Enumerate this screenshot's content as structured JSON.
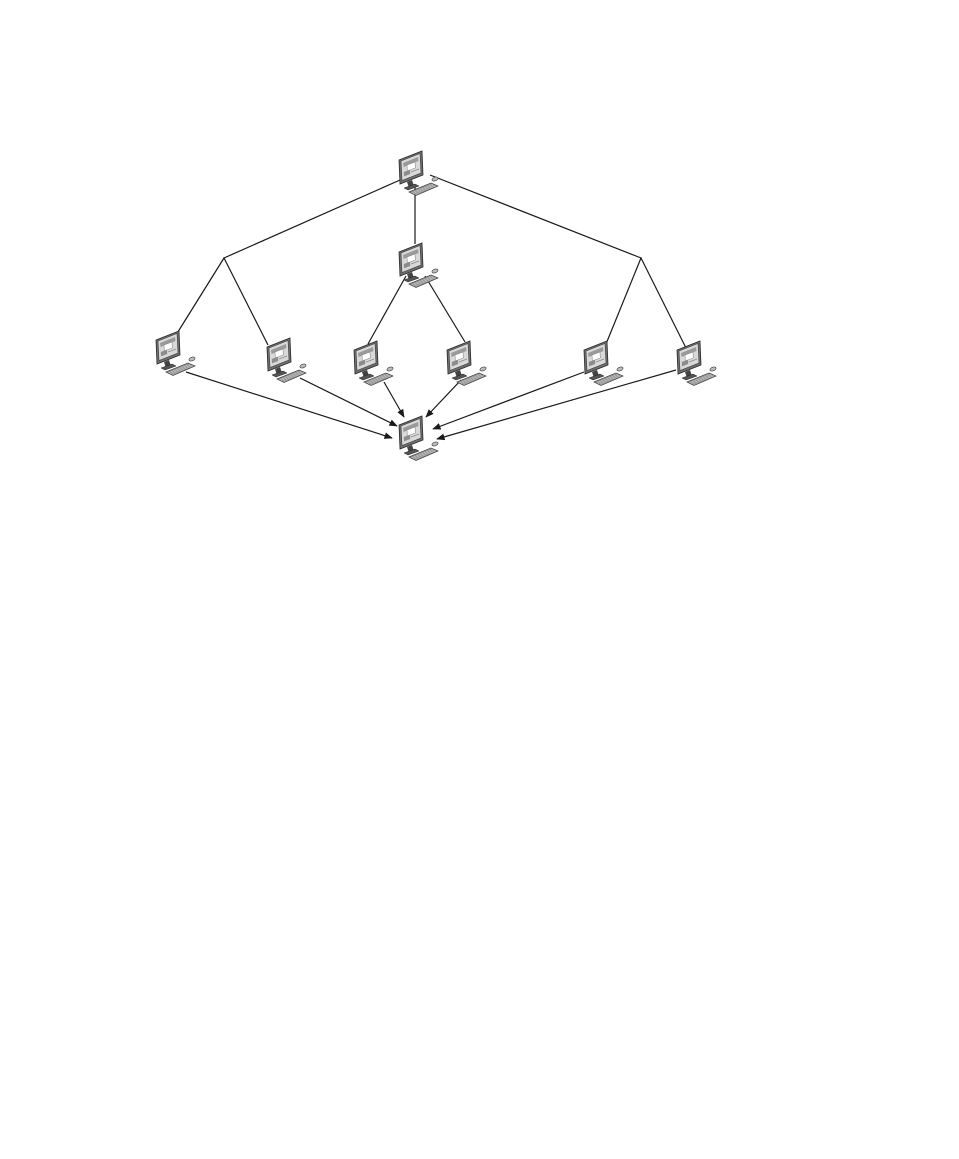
{
  "diagram": {
    "nodes": [
      {
        "id": "top",
        "kind": "computer"
      },
      {
        "id": "mid",
        "kind": "computer"
      },
      {
        "id": "n1",
        "kind": "computer"
      },
      {
        "id": "n2",
        "kind": "computer"
      },
      {
        "id": "n3",
        "kind": "computer"
      },
      {
        "id": "n4",
        "kind": "computer"
      },
      {
        "id": "n5",
        "kind": "computer"
      },
      {
        "id": "n6",
        "kind": "computer"
      },
      {
        "id": "bottom",
        "kind": "computer"
      },
      {
        "id": "jl",
        "kind": "junction"
      },
      {
        "id": "jr",
        "kind": "junction"
      }
    ],
    "edges": [
      {
        "from": "top",
        "to": "jl",
        "arrow": false
      },
      {
        "from": "top",
        "to": "mid",
        "arrow": false
      },
      {
        "from": "top",
        "to": "jr",
        "arrow": false
      },
      {
        "from": "jl",
        "to": "n1",
        "arrow": false
      },
      {
        "from": "jl",
        "to": "n2",
        "arrow": false
      },
      {
        "from": "mid",
        "to": "n3",
        "arrow": false
      },
      {
        "from": "mid",
        "to": "n4",
        "arrow": false
      },
      {
        "from": "jr",
        "to": "n5",
        "arrow": false
      },
      {
        "from": "jr",
        "to": "n6",
        "arrow": false
      },
      {
        "from": "n1",
        "to": "bottom",
        "arrow": true
      },
      {
        "from": "n2",
        "to": "bottom",
        "arrow": true
      },
      {
        "from": "n3",
        "to": "bottom",
        "arrow": true
      },
      {
        "from": "n4",
        "to": "bottom",
        "arrow": true
      },
      {
        "from": "n5",
        "to": "bottom",
        "arrow": true
      },
      {
        "from": "n6",
        "to": "bottom",
        "arrow": true
      }
    ]
  }
}
